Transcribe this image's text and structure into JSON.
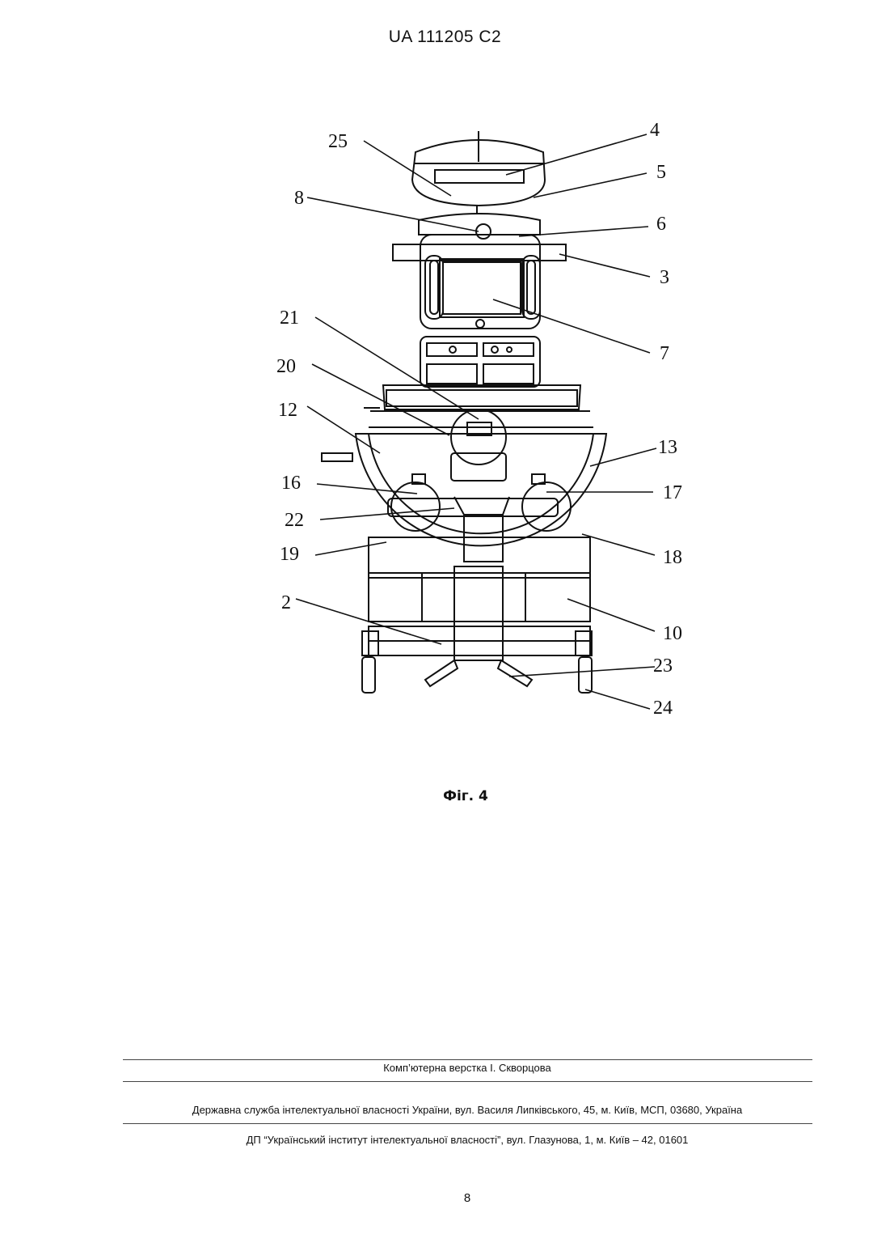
{
  "header": {
    "patent_number": "UA   111205   C2"
  },
  "figure": {
    "labels": {
      "n4": "4",
      "n25": "25",
      "n5": "5",
      "n8": "8",
      "n6": "6",
      "n3": "3",
      "n21": "21",
      "n7": "7",
      "n20": "20",
      "n12": "12",
      "n13": "13",
      "n16": "16",
      "n17": "17",
      "n22": "22",
      "n19": "19",
      "n18": "18",
      "n2": "2",
      "n10": "10",
      "n23": "23",
      "n24": "24"
    },
    "caption": "Фіг. 4"
  },
  "footer": {
    "layout_credit": "Комп’ютерна верстка І. Скворцова",
    "agency": "Державна служба інтелектуальної власності України, вул. Василя Липківського, 45, м. Київ, МСП, 03680, Україна",
    "institute": "ДП “Український інститут інтелектуальної власності”, вул. Глазунова, 1, м. Київ – 42, 01601",
    "page_number": "8"
  }
}
